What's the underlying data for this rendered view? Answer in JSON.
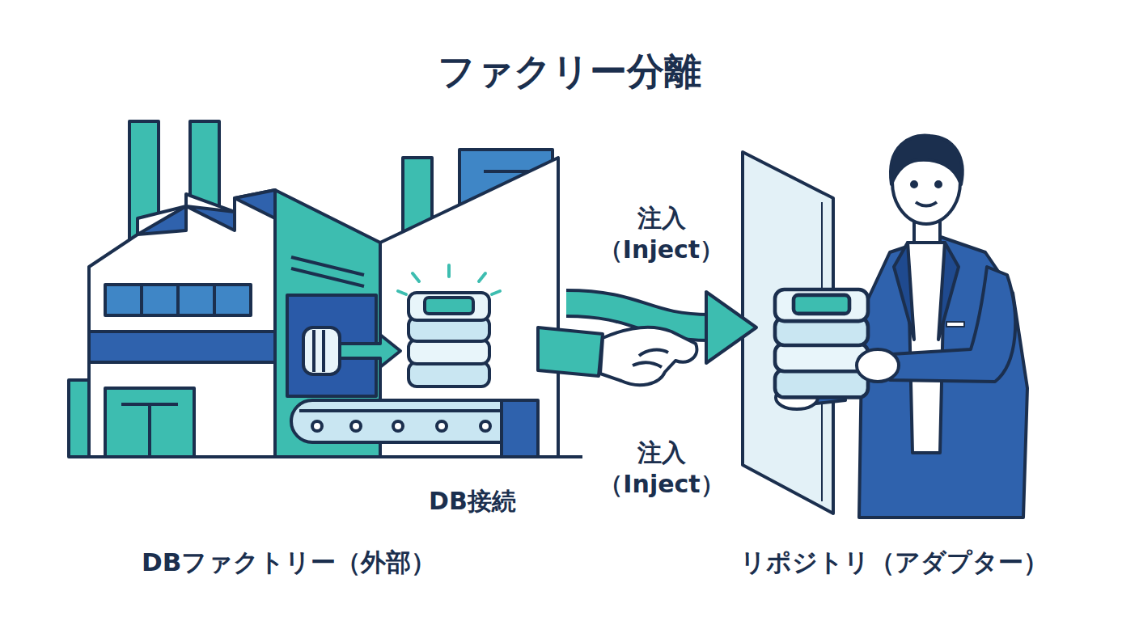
{
  "diagram": {
    "title": "ファクリー分離",
    "nodes": [
      {
        "text": [
          "DBファクトリー（外部）"
        ]
      },
      {
        "text": [
          "リポジトリ（アダプター）"
        ]
      }
    ],
    "edges": [
      {
        "from": 0,
        "to": 1,
        "arrow": "to",
        "label": "注入 （Inject）"
      }
    ],
    "labels": [
      "DB接続",
      "注入 （Inject）"
    ]
  }
}
